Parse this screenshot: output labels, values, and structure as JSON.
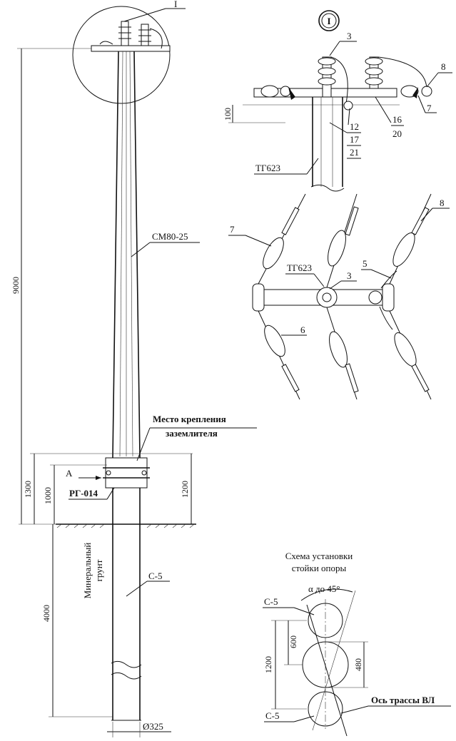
{
  "labels": {
    "callout_1": "I",
    "section_mark": "I",
    "n3": "3",
    "n8": "8",
    "n7": "7",
    "n16": "16",
    "n20": "20",
    "n12": "12",
    "n17": "17",
    "n21": "21",
    "tg623_top": "ТГ623",
    "dim_100": "100",
    "n8b": "8",
    "n7b": "7",
    "n5": "5",
    "n3b": "3",
    "n6": "6",
    "tg623_mid": "ТГ623",
    "cm80": "СМ80-25",
    "place_line1": "Место крепления",
    "place_line2": "заземлителя",
    "arrow_a": "А",
    "rg014": "РГ-014",
    "dim_9000": "9000",
    "dim_1300": "1300",
    "dim_1000": "1000",
    "dim_1200": "1200",
    "dim_4000": "4000",
    "soil_line1": "Минеральный",
    "soil_line2": "грунт",
    "c5_pole": "С-5",
    "diameter": "Ø325",
    "scheme_title1": "Схема установки",
    "scheme_title2": "стойки опоры",
    "alpha": "α до 45°",
    "c5_top": "С-5",
    "c5_bottom": "С-5",
    "dim_600": "600",
    "dim_1200b": "1200",
    "dim_480": "480",
    "axis_label": "Ось трассы ВЛ"
  }
}
